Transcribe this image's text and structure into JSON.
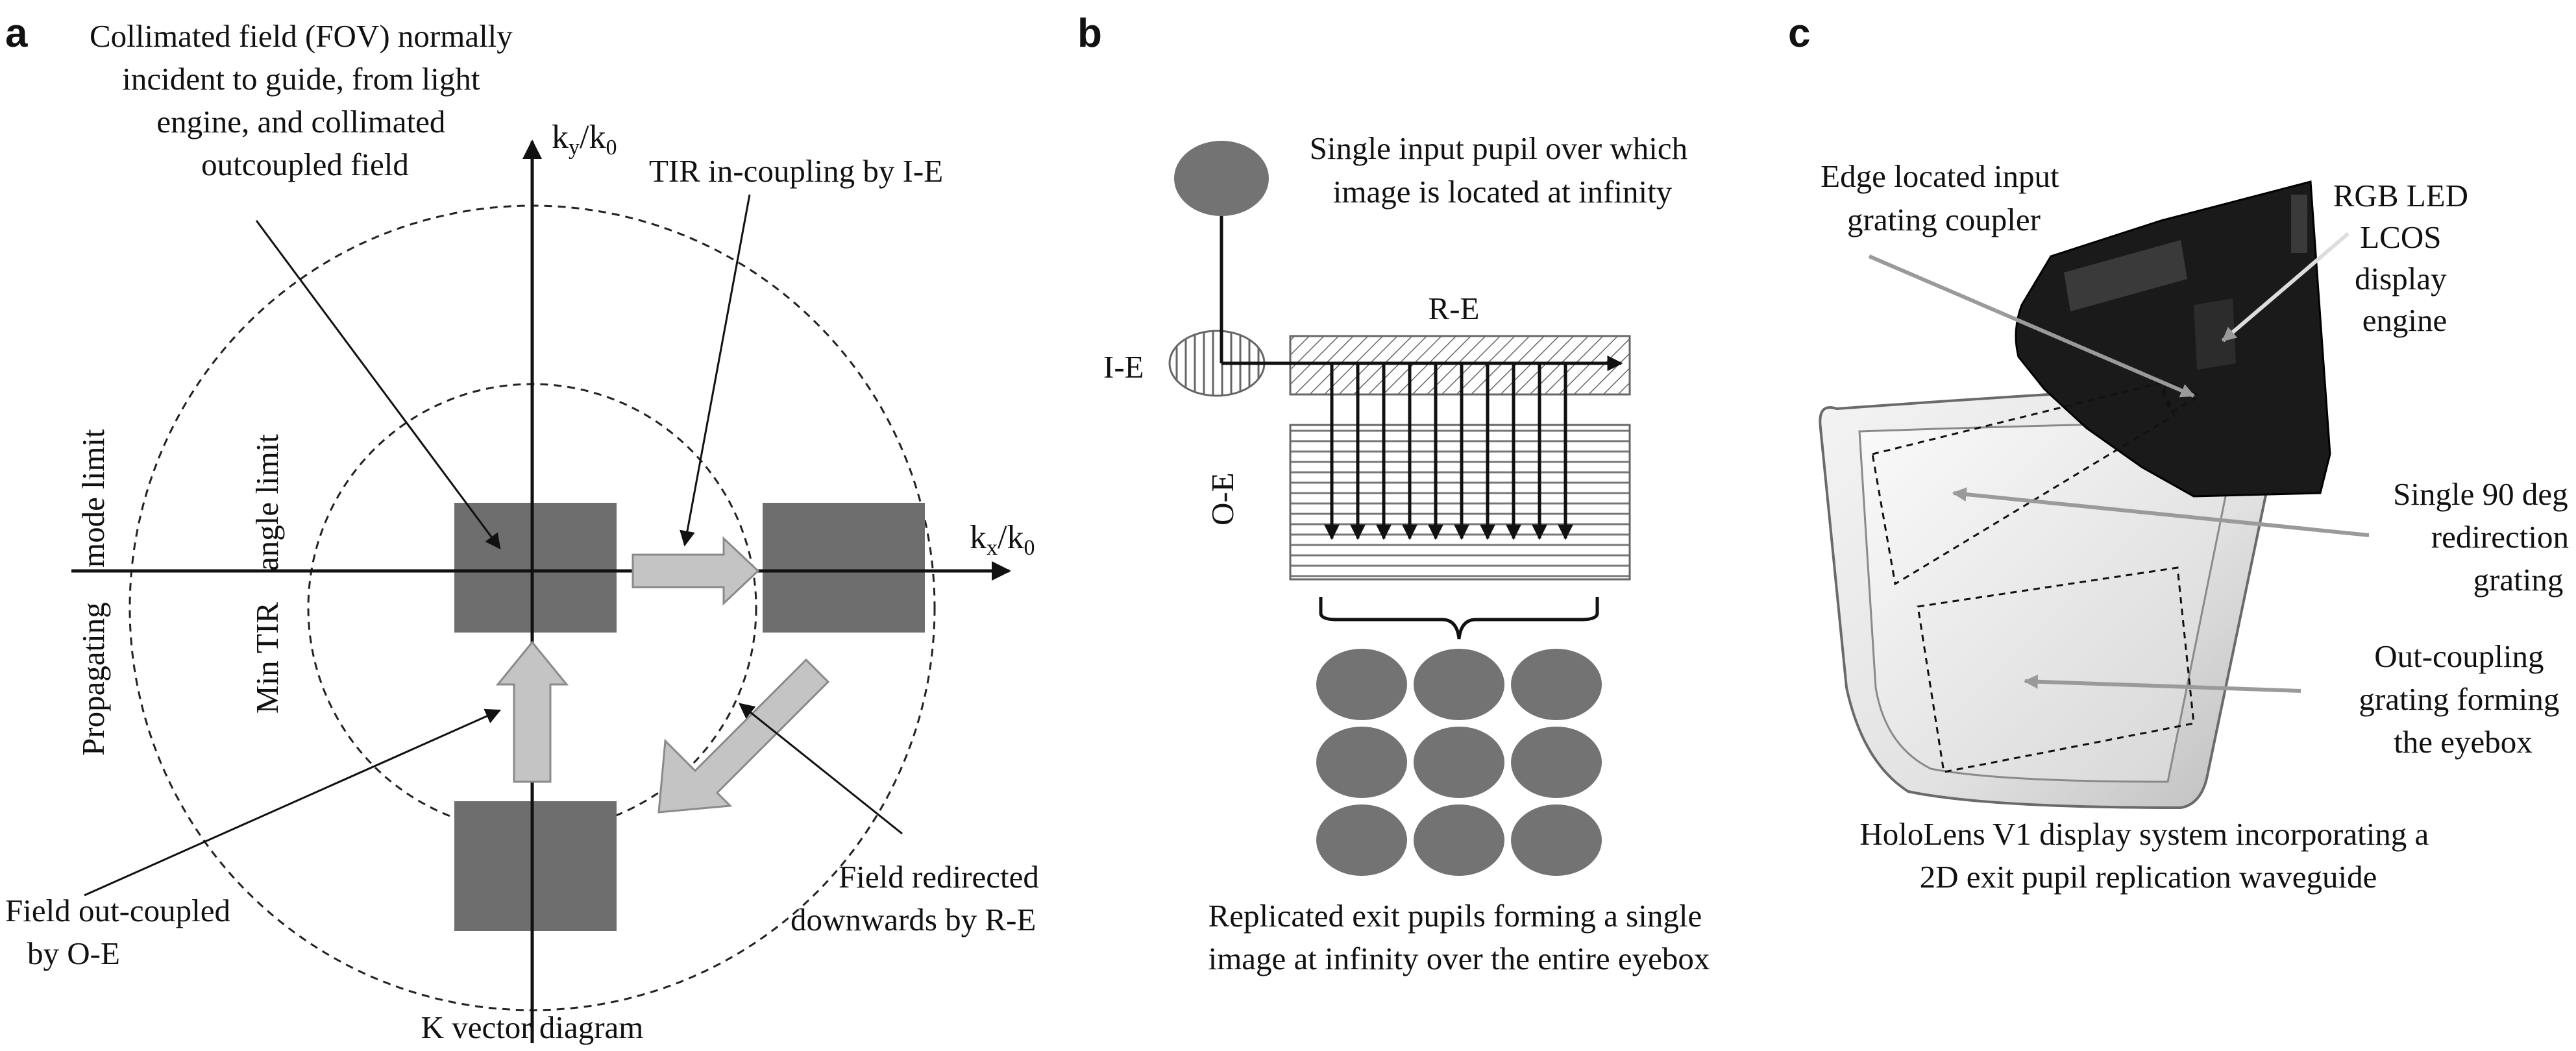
{
  "panel_a": {
    "letter": "a",
    "fov_note": [
      "Collimated field (FOV) normally",
      "incident to guide, from light",
      "engine, and collimated",
      "outcoupled field"
    ],
    "tir_incoupling": "TIR in-coupling by I-E",
    "ky_axis": "ky/k0",
    "kx_axis": "kx/k0",
    "propagating_label": "Propagating",
    "mode_limit_label": "mode limit",
    "min_tir_label": "Min TIR",
    "angle_limit_label": "angle limit",
    "field_redirected": [
      "Field redirected",
      "downwards by R-E"
    ],
    "field_outcoupled": [
      "Field out-coupled",
      "by O-E"
    ],
    "caption": "K vector diagram"
  },
  "panel_b": {
    "letter": "b",
    "input_pupil": [
      "Single input pupil over which",
      "image is located at infinity"
    ],
    "re_label": "R-E",
    "ie_label": "I-E",
    "oe_label": "O-E",
    "caption": [
      "Replicated exit pupils forming a single",
      "image at infinity over the entire eyebox"
    ]
  },
  "panel_c": {
    "letter": "c",
    "input_grating": [
      "Edge located input",
      "grating coupler"
    ],
    "engine": [
      "RGB LED",
      "LCOS",
      "display",
      "engine"
    ],
    "redirection": [
      "Single 90 deg",
      "redirection",
      "grating"
    ],
    "outcoupling": [
      "Out-coupling",
      "grating forming",
      "the eyebox"
    ],
    "caption": [
      "HoloLens V1 display system incorporating a",
      "2D exit pupil replication waveguide"
    ]
  },
  "colors": {
    "box_fill": "#6e6e6e",
    "pupil_fill": "#737373",
    "hollow_arrow_fill": "#c4c4c4",
    "line": "#111111"
  }
}
